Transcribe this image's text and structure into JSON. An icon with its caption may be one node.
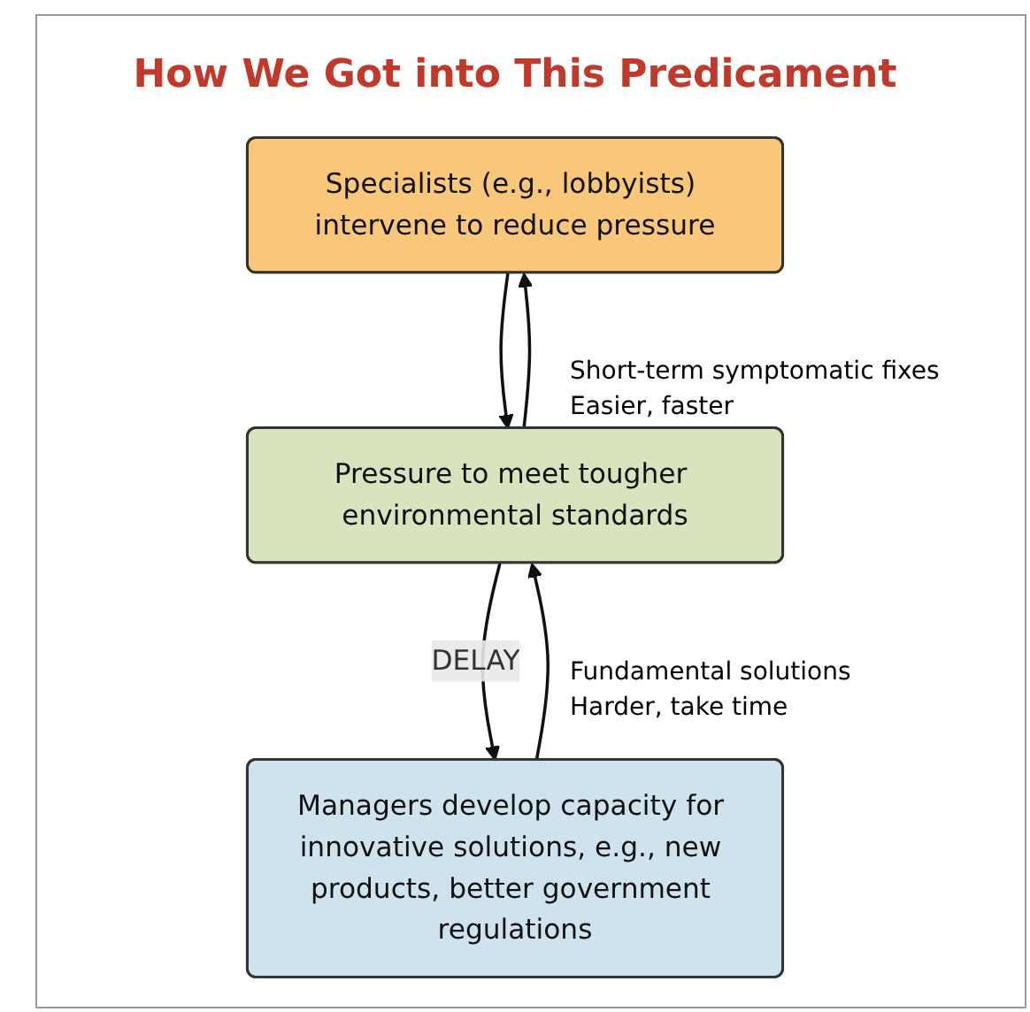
{
  "diagram": {
    "title": "How We Got into This Predicament",
    "nodes": [
      {
        "text": [
          "Specialists (e.g., lobbyists) intervene to reduce pressure"
        ]
      },
      {
        "text": [
          "Pressure to meet tougher environmental standards"
        ]
      },
      {
        "text": [
          "Managers develop capacity for innovative solutions, e.g., new products, better government regulations"
        ]
      }
    ],
    "edges": [
      {
        "from": 0,
        "to": 1,
        "arrow": "to"
      },
      {
        "from": 1,
        "to": 0,
        "arrow": "to"
      },
      {
        "from": 1,
        "to": 2,
        "arrow": "to",
        "label": "DELAY"
      },
      {
        "from": 2,
        "to": 1,
        "arrow": "to"
      }
    ],
    "labels": [
      "Short-term symptomatic fixes",
      "Easier, faster",
      "Fundamental solutions",
      "Harder, take time"
    ]
  }
}
